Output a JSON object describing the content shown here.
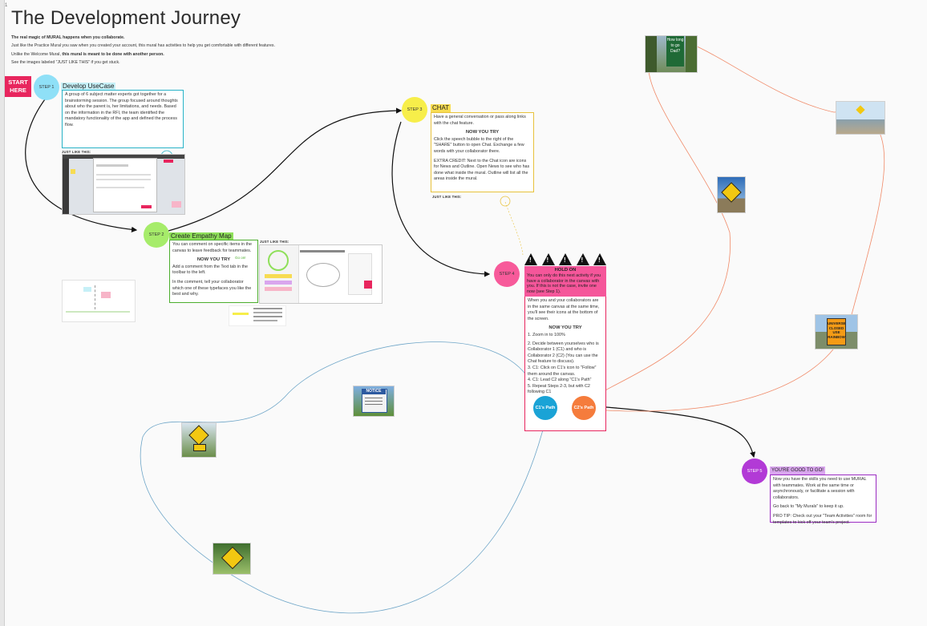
{
  "page": {
    "title": "The Development Journey",
    "corner_mark": "1",
    "intro": {
      "line1": "The real magic of MURAL happens when you collaborate.",
      "line2": "Just like the Practice Mural you saw when you created your account, this mural has activities to help you get comfortable with different features.",
      "line3_a": "Unlike the Welcome Mural, ",
      "line3_b": "this mural is meant to be done with another person.",
      "line4": "See the images labeled \"JUST LIKE THIS\" if you get stuck."
    },
    "start_here": "START HERE"
  },
  "steps": {
    "step1": {
      "circle": "STEP 1",
      "title": "Develop UseCase",
      "text": "A group of 6 subject matter experts got together for a brainstorming session. The group focused around thoughts about who the parent is, her limitations, and needs. Based on the information in the RFI, the team identified the mandatory functionality of the app and defined the process flow.",
      "just_like": "JUST LIKE THIS:",
      "colors": {
        "circle": "#8fe0f7",
        "border": "#28b3c8",
        "title_bg": "#c6f0f7"
      }
    },
    "step2": {
      "circle": "STEP 2",
      "title": "Create Empathy Map",
      "p1": "You can comment on specific items in the canvas to leave feedback for teammates.",
      "go_sticky": "Go on!",
      "heading": "NOW YOU TRY",
      "p2": "Add a comment from the Text tab in the toolbar to the left.",
      "p3": "In the comment, tell your collaborator which one of these typefaces you like the best and why.",
      "just_like": "JUST LIKE THIS:",
      "colors": {
        "circle": "#a6ec6a",
        "border": "#4cae2e",
        "title_bg": "#8fe05a"
      }
    },
    "step3": {
      "circle": "STEP 3",
      "title": "CHAT",
      "p1": "Have a general conversation or pass along links with the chat feature.",
      "heading": "NOW YOU TRY",
      "p2": "Click the speech bubble to the right of the \"SHARE\" button to open Chat. Exchange a few words with your collaborator there.",
      "p3": "EXTRA CREDIT: Next to the Chat icon are icons for News and Outline. Open News to see who has done what inside the mural. Outline will list all the areas inside the mural.",
      "just_like": "JUST LIKE THIS:",
      "colors": {
        "circle": "#f7ee4a",
        "border": "#e8c23c",
        "title_bg": "#f7dc52"
      }
    },
    "step4": {
      "circle": "STEP 4",
      "hold_heading": "HOLD ON",
      "hold_text": "You can only do this next activity if you have a collaborator in the canvas with you. If this is not the case, invite one now (see Step 1).",
      "p1": "When you and your collaborators are in the same canvas at the same time, you'll see their icons at the bottom of the screen.",
      "heading": "NOW YOU TRY",
      "items": [
        "1. Zoom in to 100%",
        "2. Decide between yourselves who is Collaborator 1 (C1) and who is Collaborator 2 (C2) (You can use the Chat feature to discuss).",
        "3. C1: Click on C1's icon to \"Follow\" them around the canvas.",
        "4. C1: Lead C2 along \"C1's Path\"",
        "5. Repeat Steps 2-3, but with C2 following C1"
      ],
      "c1": "C1's Path",
      "c2": "C2's Path",
      "warn_glyph": "!",
      "colors": {
        "circle": "#f75a9a",
        "border": "#e8265e",
        "c1": "#1aa3d6",
        "c2": "#f57c3c"
      }
    },
    "step5": {
      "circle": "STEP 5",
      "title": "YOU'RE GOOD TO GO!",
      "p1": "Now you have the skills you need to use MURAL with teammates. Work at the same time or asynchronously, or facilitate a session with collaborators.",
      "p2": "Go back to \"My Murals\" to keep it up.",
      "p3": "PRO TIP: Check out your \"Team Activities\" room for templates to kick off your team's project.",
      "colors": {
        "circle": "#b23ad6",
        "border": "#9b2bc2",
        "title_bg": "#d9a6ee"
      }
    }
  },
  "photos": {
    "how_long": "How long to go Dad?",
    "notice": "NOTICE",
    "universe": "UNIVERSE CLOSED USE RAINBOW"
  }
}
